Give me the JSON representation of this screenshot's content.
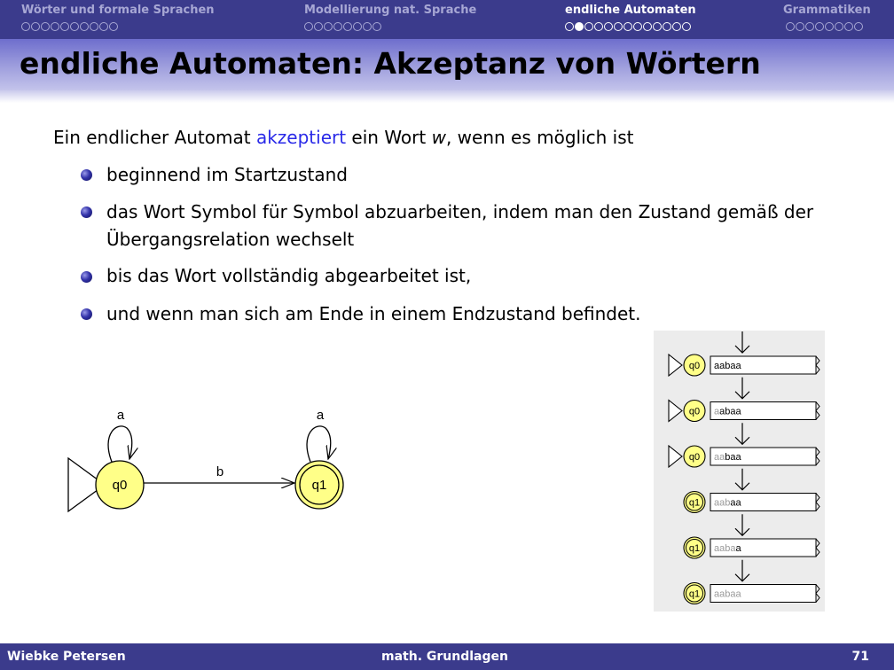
{
  "navigation": {
    "sections": [
      {
        "label": "Wörter und formale Sprachen",
        "dots": 10,
        "current_dot": -1,
        "active": false
      },
      {
        "label": "Modellierung nat. Sprache",
        "dots": 8,
        "current_dot": -1,
        "active": false
      },
      {
        "label": "endliche Automaten",
        "dots": 13,
        "current_dot": 1,
        "active": true
      },
      {
        "label": "Grammatiken",
        "dots": 8,
        "current_dot": -1,
        "active": false
      }
    ]
  },
  "slide": {
    "title": "endliche Automaten: Akzeptanz von Wörtern",
    "intro": {
      "before": "Ein endlicher Automat ",
      "keyword": "akzeptiert",
      "middle": " ein Wort ",
      "variable": "w",
      "after": ", wenn es möglich ist"
    },
    "bullets": [
      "beginnend im Startzustand",
      "das Wort Symbol für Symbol abzuarbeiten, indem man den Zustand gemäß der Übergangsrelation wechselt",
      "bis das Wort vollständig abgearbeitet ist,",
      "und wenn man sich am Ende in einem Endzustand befindet."
    ]
  },
  "automaton": {
    "states": [
      {
        "label": "q0",
        "initial": true,
        "final": false
      },
      {
        "label": "q1",
        "initial": false,
        "final": true
      }
    ],
    "loops": [
      {
        "state": "q0",
        "label": "a"
      },
      {
        "state": "q1",
        "label": "a"
      }
    ],
    "edges": [
      {
        "from": "q0",
        "to": "q1",
        "label": "b"
      }
    ]
  },
  "trace": {
    "input": "aabaa",
    "steps": [
      {
        "state": "q0",
        "consumed": 0
      },
      {
        "state": "q0",
        "consumed": 1
      },
      {
        "state": "q0",
        "consumed": 2
      },
      {
        "state": "q1",
        "consumed": 3
      },
      {
        "state": "q1",
        "consumed": 4
      },
      {
        "state": "q1",
        "consumed": 5
      }
    ]
  },
  "colors": {
    "header": "#3b3b8c",
    "state_fill": "#ffff88",
    "keyword": "#2a2ae8",
    "consumed_text": "#9a9a9a"
  },
  "footer": {
    "author": "Wiebke Petersen",
    "title": "math. Grundlagen",
    "page": "71"
  }
}
